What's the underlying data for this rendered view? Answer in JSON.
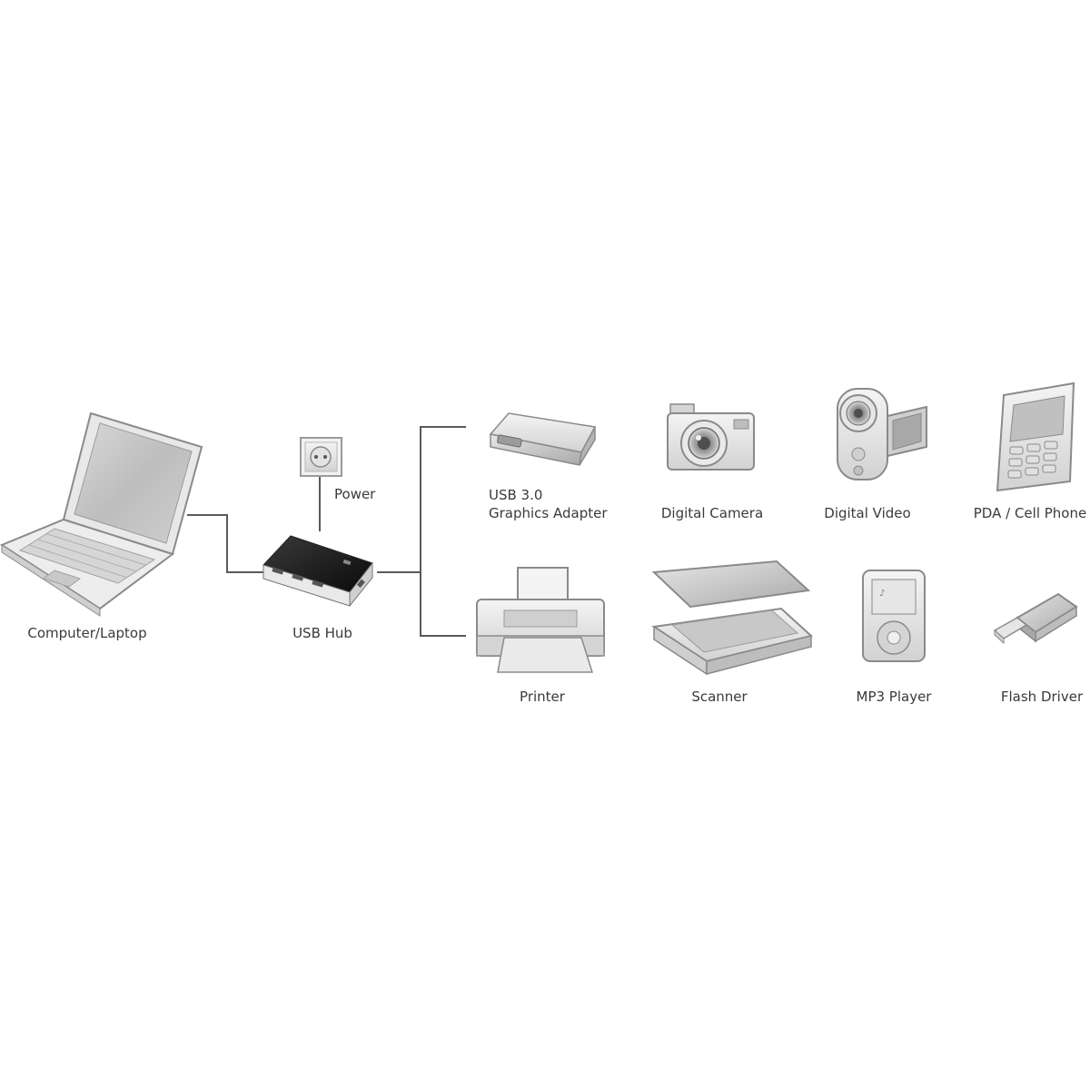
{
  "labels": {
    "computer": "Computer/Laptop",
    "hub": "USB Hub",
    "power": "Power",
    "graphics_line1": "USB 3.0",
    "graphics_line2": "Graphics Adapter",
    "camera": "Digital Camera",
    "video": "Digital Video",
    "phone": "PDA / Cell Phone",
    "printer": "Printer",
    "scanner": "Scanner",
    "mp3": "MP3 Player",
    "flash": "Flash Driver"
  }
}
